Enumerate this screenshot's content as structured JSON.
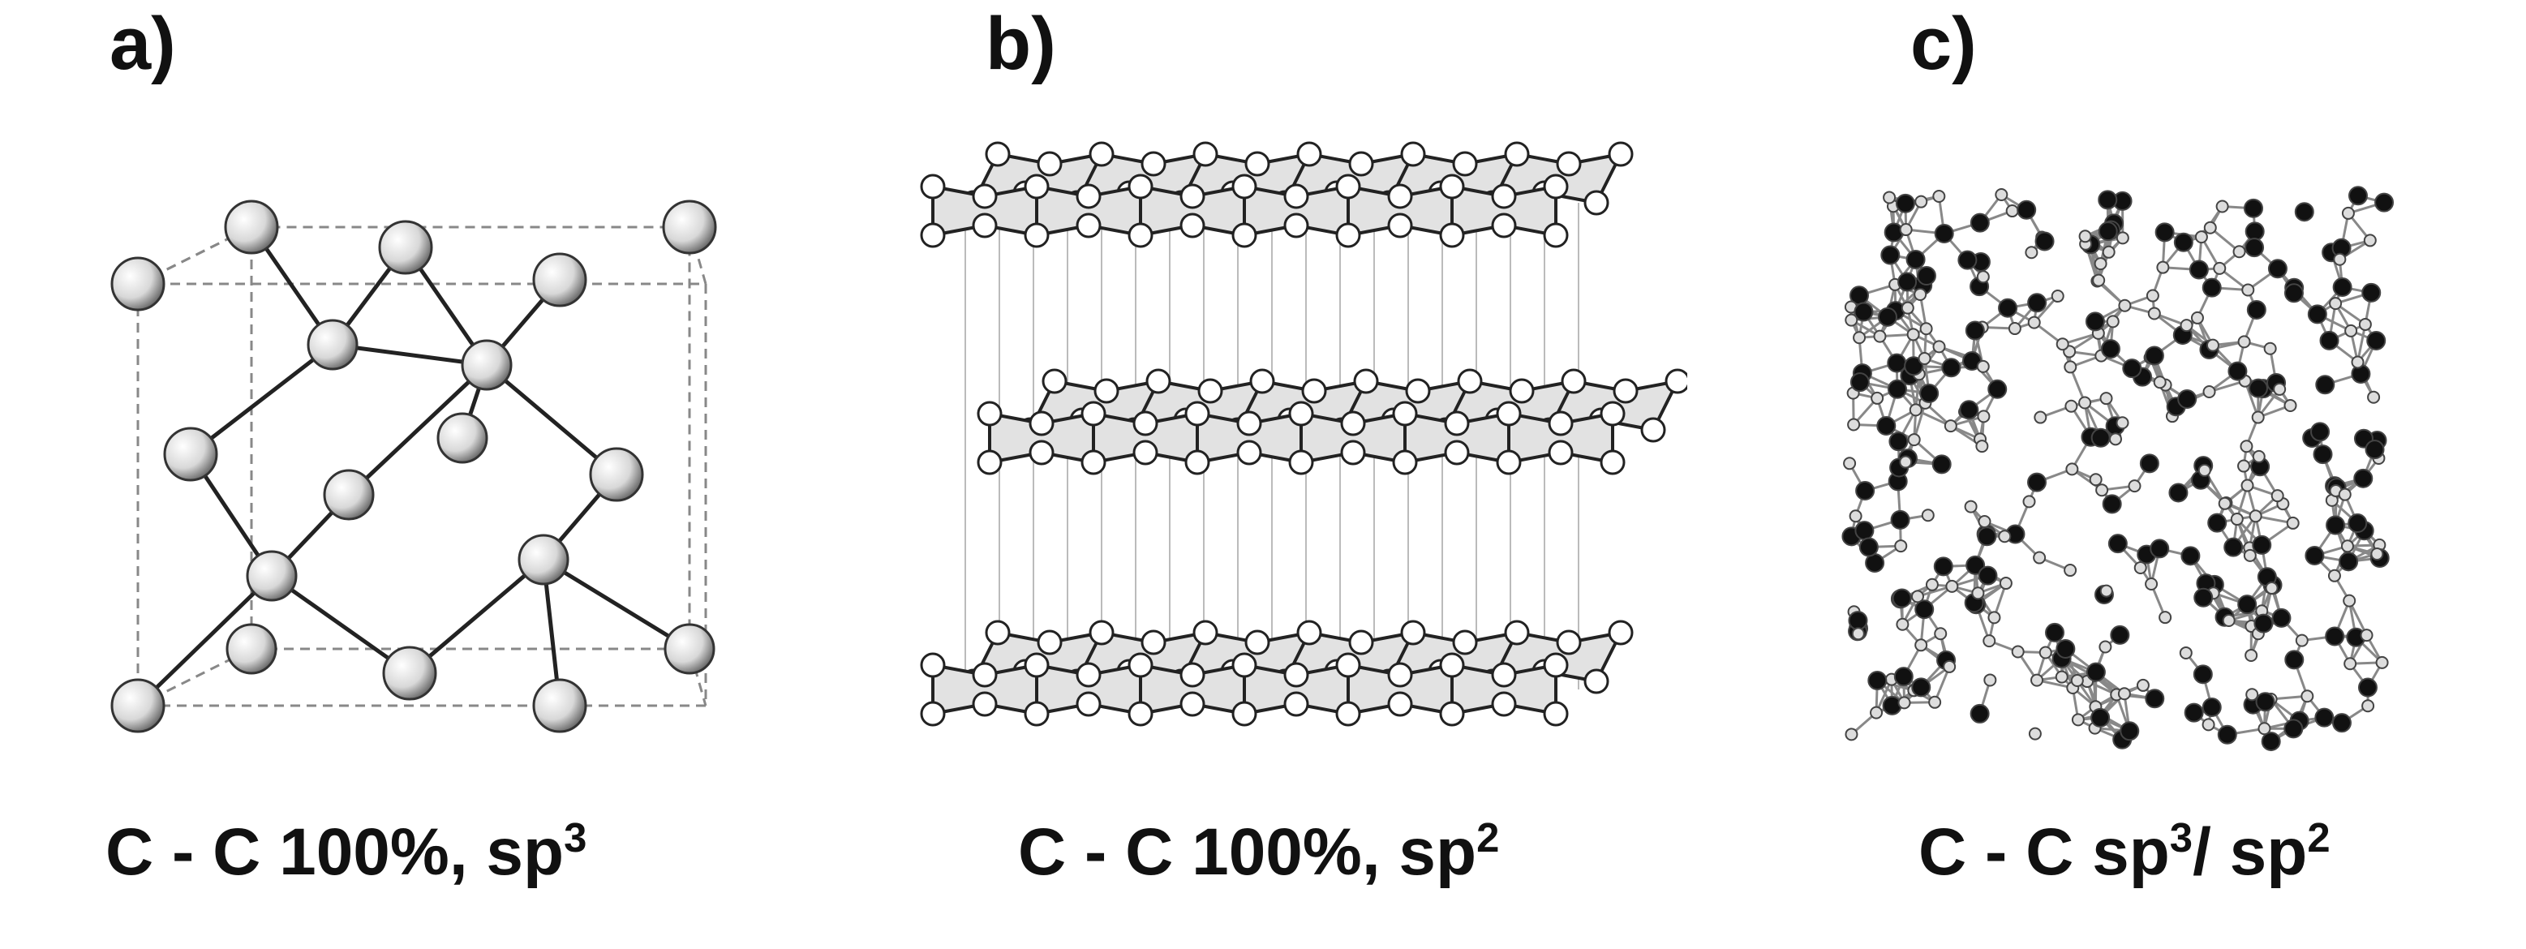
{
  "panels": [
    {
      "label": "a)",
      "caption": {
        "text": "C - C 100%, sp",
        "sup": "3",
        "suffix": ""
      }
    },
    {
      "label": "b)",
      "caption": {
        "text": "C - C 100%, sp",
        "sup": "2",
        "suffix": ""
      }
    },
    {
      "label": "c)",
      "caption": {
        "text": "C - C sp",
        "sup": "3",
        "mid": "/ sp",
        "sup2": "2"
      }
    }
  ]
}
